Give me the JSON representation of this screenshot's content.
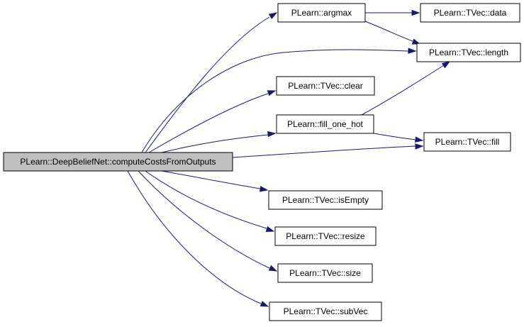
{
  "graph": {
    "root": "PLearn::DeepBeliefNet::computeCostsFromOutputs",
    "nodes": [
      {
        "id": "root",
        "label": "PLearn::DeepBeliefNet::computeCostsFromOutputs"
      },
      {
        "id": "argmax",
        "label": "PLearn::argmax"
      },
      {
        "id": "data",
        "label": "PLearn::TVec::data"
      },
      {
        "id": "length",
        "label": "PLearn::TVec::length"
      },
      {
        "id": "clear",
        "label": "PLearn::TVec::clear"
      },
      {
        "id": "fill_one_hot",
        "label": "PLearn::fill_one_hot"
      },
      {
        "id": "fill",
        "label": "PLearn::TVec::fill"
      },
      {
        "id": "isEmpty",
        "label": "PLearn::TVec::isEmpty"
      },
      {
        "id": "resize",
        "label": "PLearn::TVec::resize"
      },
      {
        "id": "size",
        "label": "PLearn::TVec::size"
      },
      {
        "id": "subVec",
        "label": "PLearn::TVec::subVec"
      }
    ],
    "edges": [
      {
        "from": "root",
        "to": "argmax"
      },
      {
        "from": "root",
        "to": "length"
      },
      {
        "from": "root",
        "to": "clear"
      },
      {
        "from": "root",
        "to": "fill_one_hot"
      },
      {
        "from": "root",
        "to": "fill"
      },
      {
        "from": "root",
        "to": "isEmpty"
      },
      {
        "from": "root",
        "to": "resize"
      },
      {
        "from": "root",
        "to": "size"
      },
      {
        "from": "root",
        "to": "subVec"
      },
      {
        "from": "argmax",
        "to": "data"
      },
      {
        "from": "argmax",
        "to": "length"
      },
      {
        "from": "fill_one_hot",
        "to": "length"
      },
      {
        "from": "fill_one_hot",
        "to": "fill"
      }
    ],
    "colors": {
      "edge": "#191970",
      "root_fill": "#bfbfbf",
      "node_fill": "#ffffff",
      "node_border": "#000000"
    }
  }
}
